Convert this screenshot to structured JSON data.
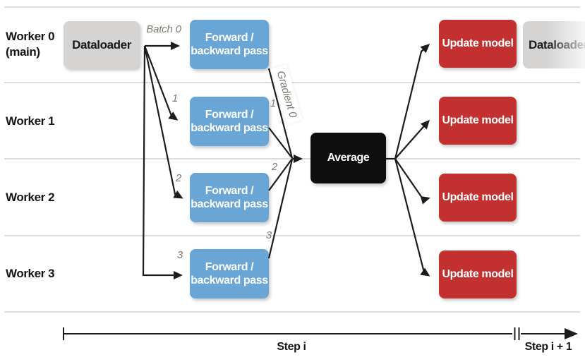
{
  "diagram": {
    "title_semantic": "data-parallel training step diagram",
    "workers": [
      {
        "label": "Worker 0\n(main)"
      },
      {
        "label": "Worker 1"
      },
      {
        "label": "Worker 2"
      },
      {
        "label": "Worker 3"
      }
    ],
    "boxes": {
      "dataloader": "Dataloader",
      "forward_backward": "Forward /\nbackward pass",
      "average": "Average",
      "update_model": "Update model",
      "dataloader_next": "Dataloader"
    },
    "annotations": {
      "batch_0": "Batch 0",
      "batch_1": "1",
      "batch_2": "2",
      "batch_3": "3",
      "gradient_0": "Gradient 0",
      "gradient_1": "1",
      "gradient_2": "2",
      "gradient_3": "3"
    },
    "timeline": {
      "step_i": "Step i",
      "step_i_plus_1": "Step i + 1"
    },
    "colors": {
      "forward_box_blue": "#69a5d5",
      "update_box_red": "#c23130",
      "dataloader_gray": "#d5d4d3",
      "average_black": "#0e0e0e",
      "annotation_gray": "#7d7a70",
      "separator_gray": "#dcdcdc",
      "arrow_black": "#1c1c1c"
    }
  }
}
